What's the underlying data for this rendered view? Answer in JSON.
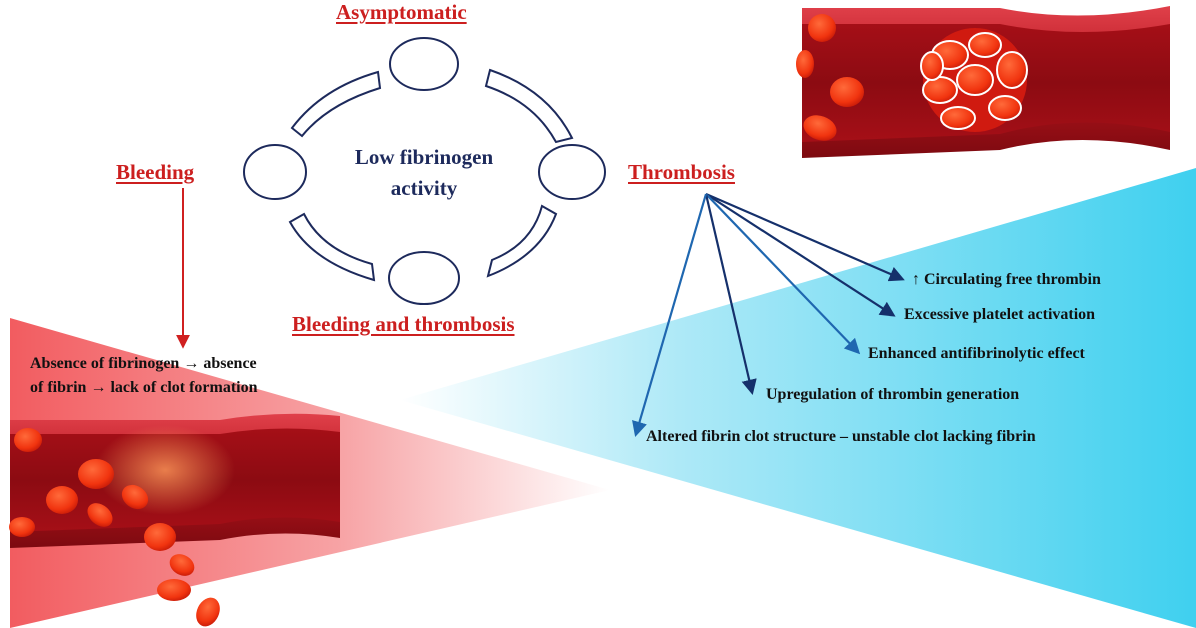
{
  "center": {
    "line1": "Low fibrinogen",
    "line2": "activity"
  },
  "phenotypes": {
    "top": "Asymptomatic",
    "left": "Bleeding",
    "right": "Thrombosis",
    "bottom": "Bleeding and thrombosis"
  },
  "bleeding_mechanism": {
    "line1": "Absence of fibrinogen → absence",
    "line2": "of fibrin → lack of clot formation"
  },
  "thrombosis_effects": [
    "↑ Circulating free thrombin",
    "Excessive platelet activation",
    "Enhanced antifibrinolytic effect",
    "Upregulation of thrombin generation",
    "Altered fibrin clot structure – unstable clot lacking fibrin"
  ],
  "colors": {
    "title_red": "#cc1f1f",
    "center_navy": "#1d2a5c",
    "cyan_wedge": "#3fd0ef",
    "red_wedge": "#f25c60",
    "vessel_red": "#b3131c",
    "cell_red": "#f1340f"
  }
}
